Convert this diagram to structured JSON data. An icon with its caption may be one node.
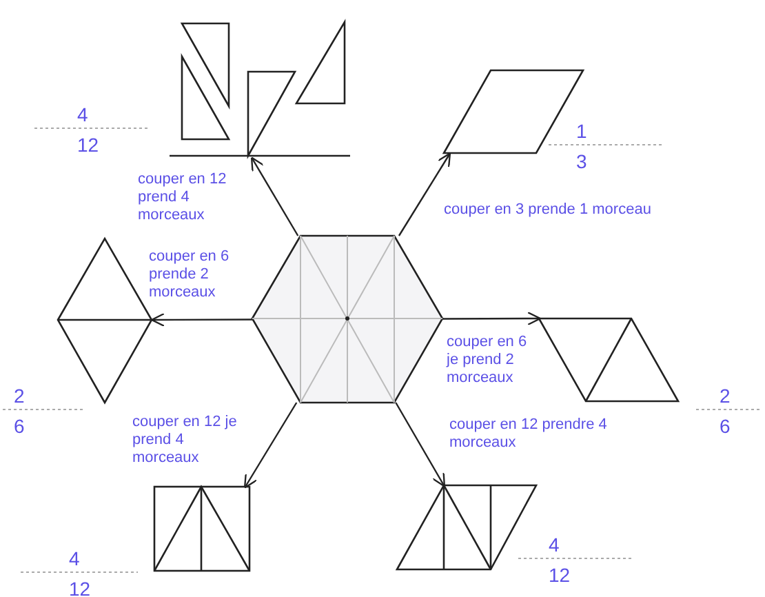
{
  "diagram": {
    "nodes": [
      {
        "text": [],
        "shape": "hexagon"
      },
      {
        "text": [],
        "shape": "picture",
        "beside": [
          "4",
          "12"
        ]
      },
      {
        "text": [],
        "shape": "picture",
        "beside": [
          "1",
          "3"
        ]
      },
      {
        "text": [],
        "shape": "picture",
        "beside": [
          "2",
          "6"
        ]
      },
      {
        "text": [],
        "shape": "picture",
        "beside": [
          "2",
          "6"
        ]
      },
      {
        "text": [],
        "shape": "picture",
        "beside": [
          "4",
          "12"
        ]
      },
      {
        "text": [],
        "shape": "picture",
        "beside": [
          "4",
          "12"
        ]
      }
    ],
    "edges": [
      {
        "from": 0,
        "to": 1,
        "arrow": "to",
        "label": "couper en 12 prend 4 morceaux"
      },
      {
        "from": 0,
        "to": 2,
        "arrow": "to",
        "label": "couper en 3 prende 1 morceau"
      },
      {
        "from": 0,
        "to": 3,
        "arrow": "to",
        "label": "couper en 6 prende 2 morceaux"
      },
      {
        "from": 0,
        "to": 4,
        "arrow": "to",
        "label": "couper en 6 je prend 2 morceaux"
      },
      {
        "from": 0,
        "to": 5,
        "arrow": "to",
        "label": "couper en 12 je prend 4 morceaux"
      },
      {
        "from": 0,
        "to": 6,
        "arrow": "to",
        "label": "couper en 12 prendre 4 morceaux"
      }
    ]
  }
}
